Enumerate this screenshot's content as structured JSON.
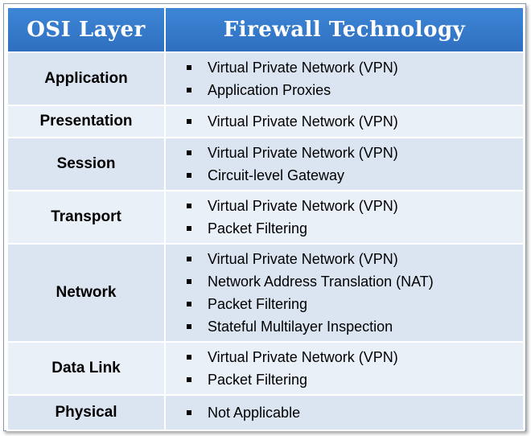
{
  "header": {
    "col1": "OSI Layer",
    "col2": "Firewall Technology"
  },
  "rows": [
    {
      "layer": "Application",
      "items": [
        "Virtual Private Network (VPN)",
        "Application Proxies"
      ]
    },
    {
      "layer": "Presentation",
      "items": [
        "Virtual Private Network (VPN)"
      ]
    },
    {
      "layer": "Session",
      "items": [
        "Virtual Private Network (VPN)",
        "Circuit-level Gateway"
      ]
    },
    {
      "layer": "Transport",
      "items": [
        "Virtual Private Network (VPN)",
        "Packet Filtering"
      ]
    },
    {
      "layer": "Network",
      "items": [
        "Virtual Private Network (VPN)",
        "Network Address Translation (NAT)",
        "Packet Filtering",
        "Stateful Multilayer Inspection"
      ]
    },
    {
      "layer": "Data Link",
      "items": [
        "Virtual Private Network (VPN)",
        "Packet Filtering"
      ]
    },
    {
      "layer": "Physical",
      "items": [
        "Not Applicable"
      ]
    }
  ],
  "colors": {
    "header_bg": "#3a80d0",
    "row_bg": "#dbe5f1",
    "row_alt_bg": "#eaf0f8"
  },
  "icons": {
    "bullet": "square-bullet-icon"
  }
}
